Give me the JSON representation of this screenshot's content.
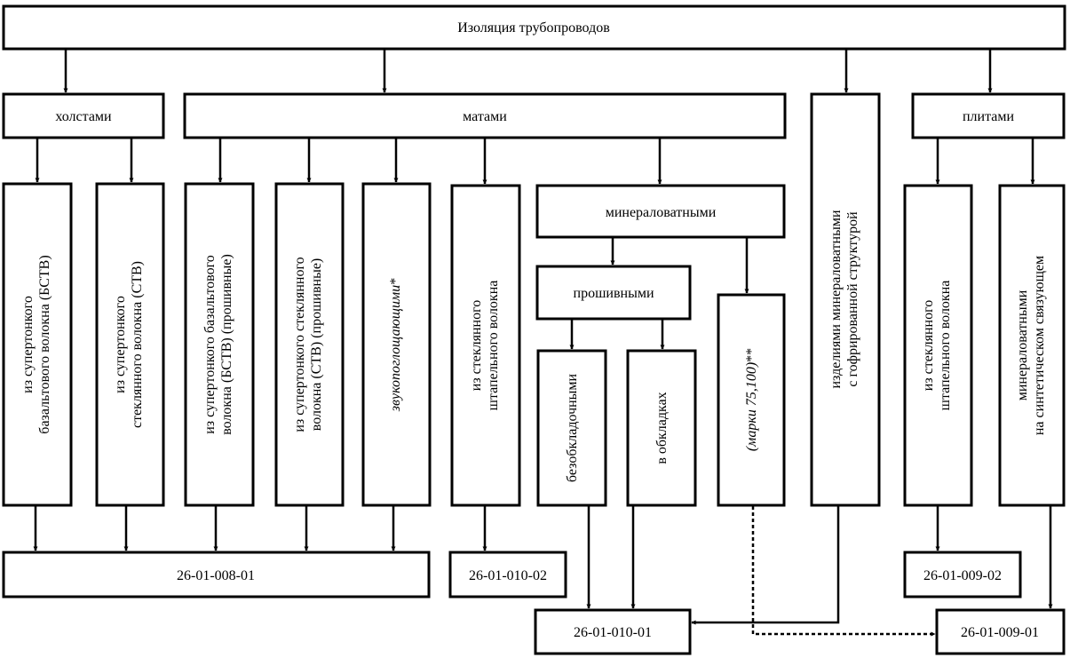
{
  "title": "Изоляция трубопроводов",
  "categories": {
    "kholstami": "холстами",
    "matami": "матами",
    "plitami": "плитами",
    "gofr": [
      "изделиями минераловатными",
      "с гофрированной структурой"
    ]
  },
  "subcategories": {
    "mineralovatnymi": "минераловатными",
    "proshivnymi": "прошивными"
  },
  "leaves": {
    "kh_bstv": [
      "из супертонкого",
      "базальтового волокна (БСТВ)"
    ],
    "kh_stv": [
      "из супертонкого",
      "стеклянного волокна (СТВ)"
    ],
    "mat_bstv": [
      "из супертонкого базальтового",
      "волокна (БСТВ) (прошивные)"
    ],
    "mat_stv": [
      "из супертонкого стеклянного",
      "волокна (СТВ) (прошивные)"
    ],
    "zvuko": "звукопоглощающими",
    "zvuko_mark": "*",
    "mat_shtap": [
      "из стеклянного",
      "штапельного волокна"
    ],
    "bezobkl": "безобкладочными",
    "v_obkl": "в обкладках",
    "marki": "(марки 75,100)",
    "marki_mark": "**",
    "pl_shtap": [
      "из стеклянного",
      "штапельного волокна"
    ],
    "pl_sint": [
      "минераловатными",
      "на синтетическом связующем"
    ]
  },
  "codes": {
    "c008_01": "26-01-008-01",
    "c010_02": "26-01-010-02",
    "c010_01": "26-01-010-01",
    "c009_02": "26-01-009-02",
    "c009_01": "26-01-009-01"
  }
}
